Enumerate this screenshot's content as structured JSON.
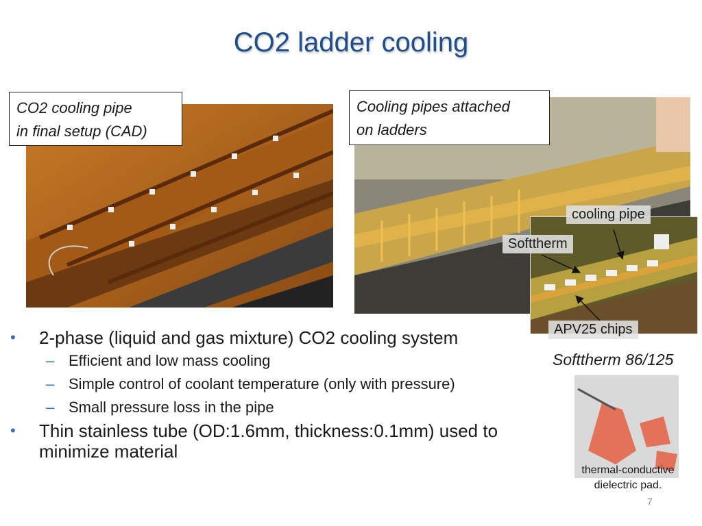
{
  "slide": {
    "title": "CO2 ladder cooling",
    "page_number": "7"
  },
  "captions": {
    "cad": [
      "CO2 cooling pipe",
      "in final setup (CAD)"
    ],
    "ladders": [
      "Cooling pipes attached",
      "on ladders"
    ]
  },
  "photo_labels": {
    "cooling_pipe": "cooling pipe",
    "softtherm": "Softtherm",
    "apv25": "APV25 chips",
    "softtherm_brand": "Softtherm 86/125",
    "pad_line1": "thermal-conductive",
    "pad_line2": "dielectric pad."
  },
  "bullets": [
    {
      "text": "2-phase (liquid and gas mixture) CO2 cooling system",
      "sub": [
        "Efficient and low mass cooling",
        "Simple control of coolant temperature (only with pressure)",
        "Small pressure loss in the pipe"
      ]
    },
    {
      "text": "Thin stainless tube (OD:1.6mm, thickness:0.1mm) used to minimize material",
      "sub": []
    }
  ],
  "colors": {
    "title": "#1f4e8c",
    "bullet_marker": "#2f6fb5",
    "kapton": "#b86a1c"
  }
}
